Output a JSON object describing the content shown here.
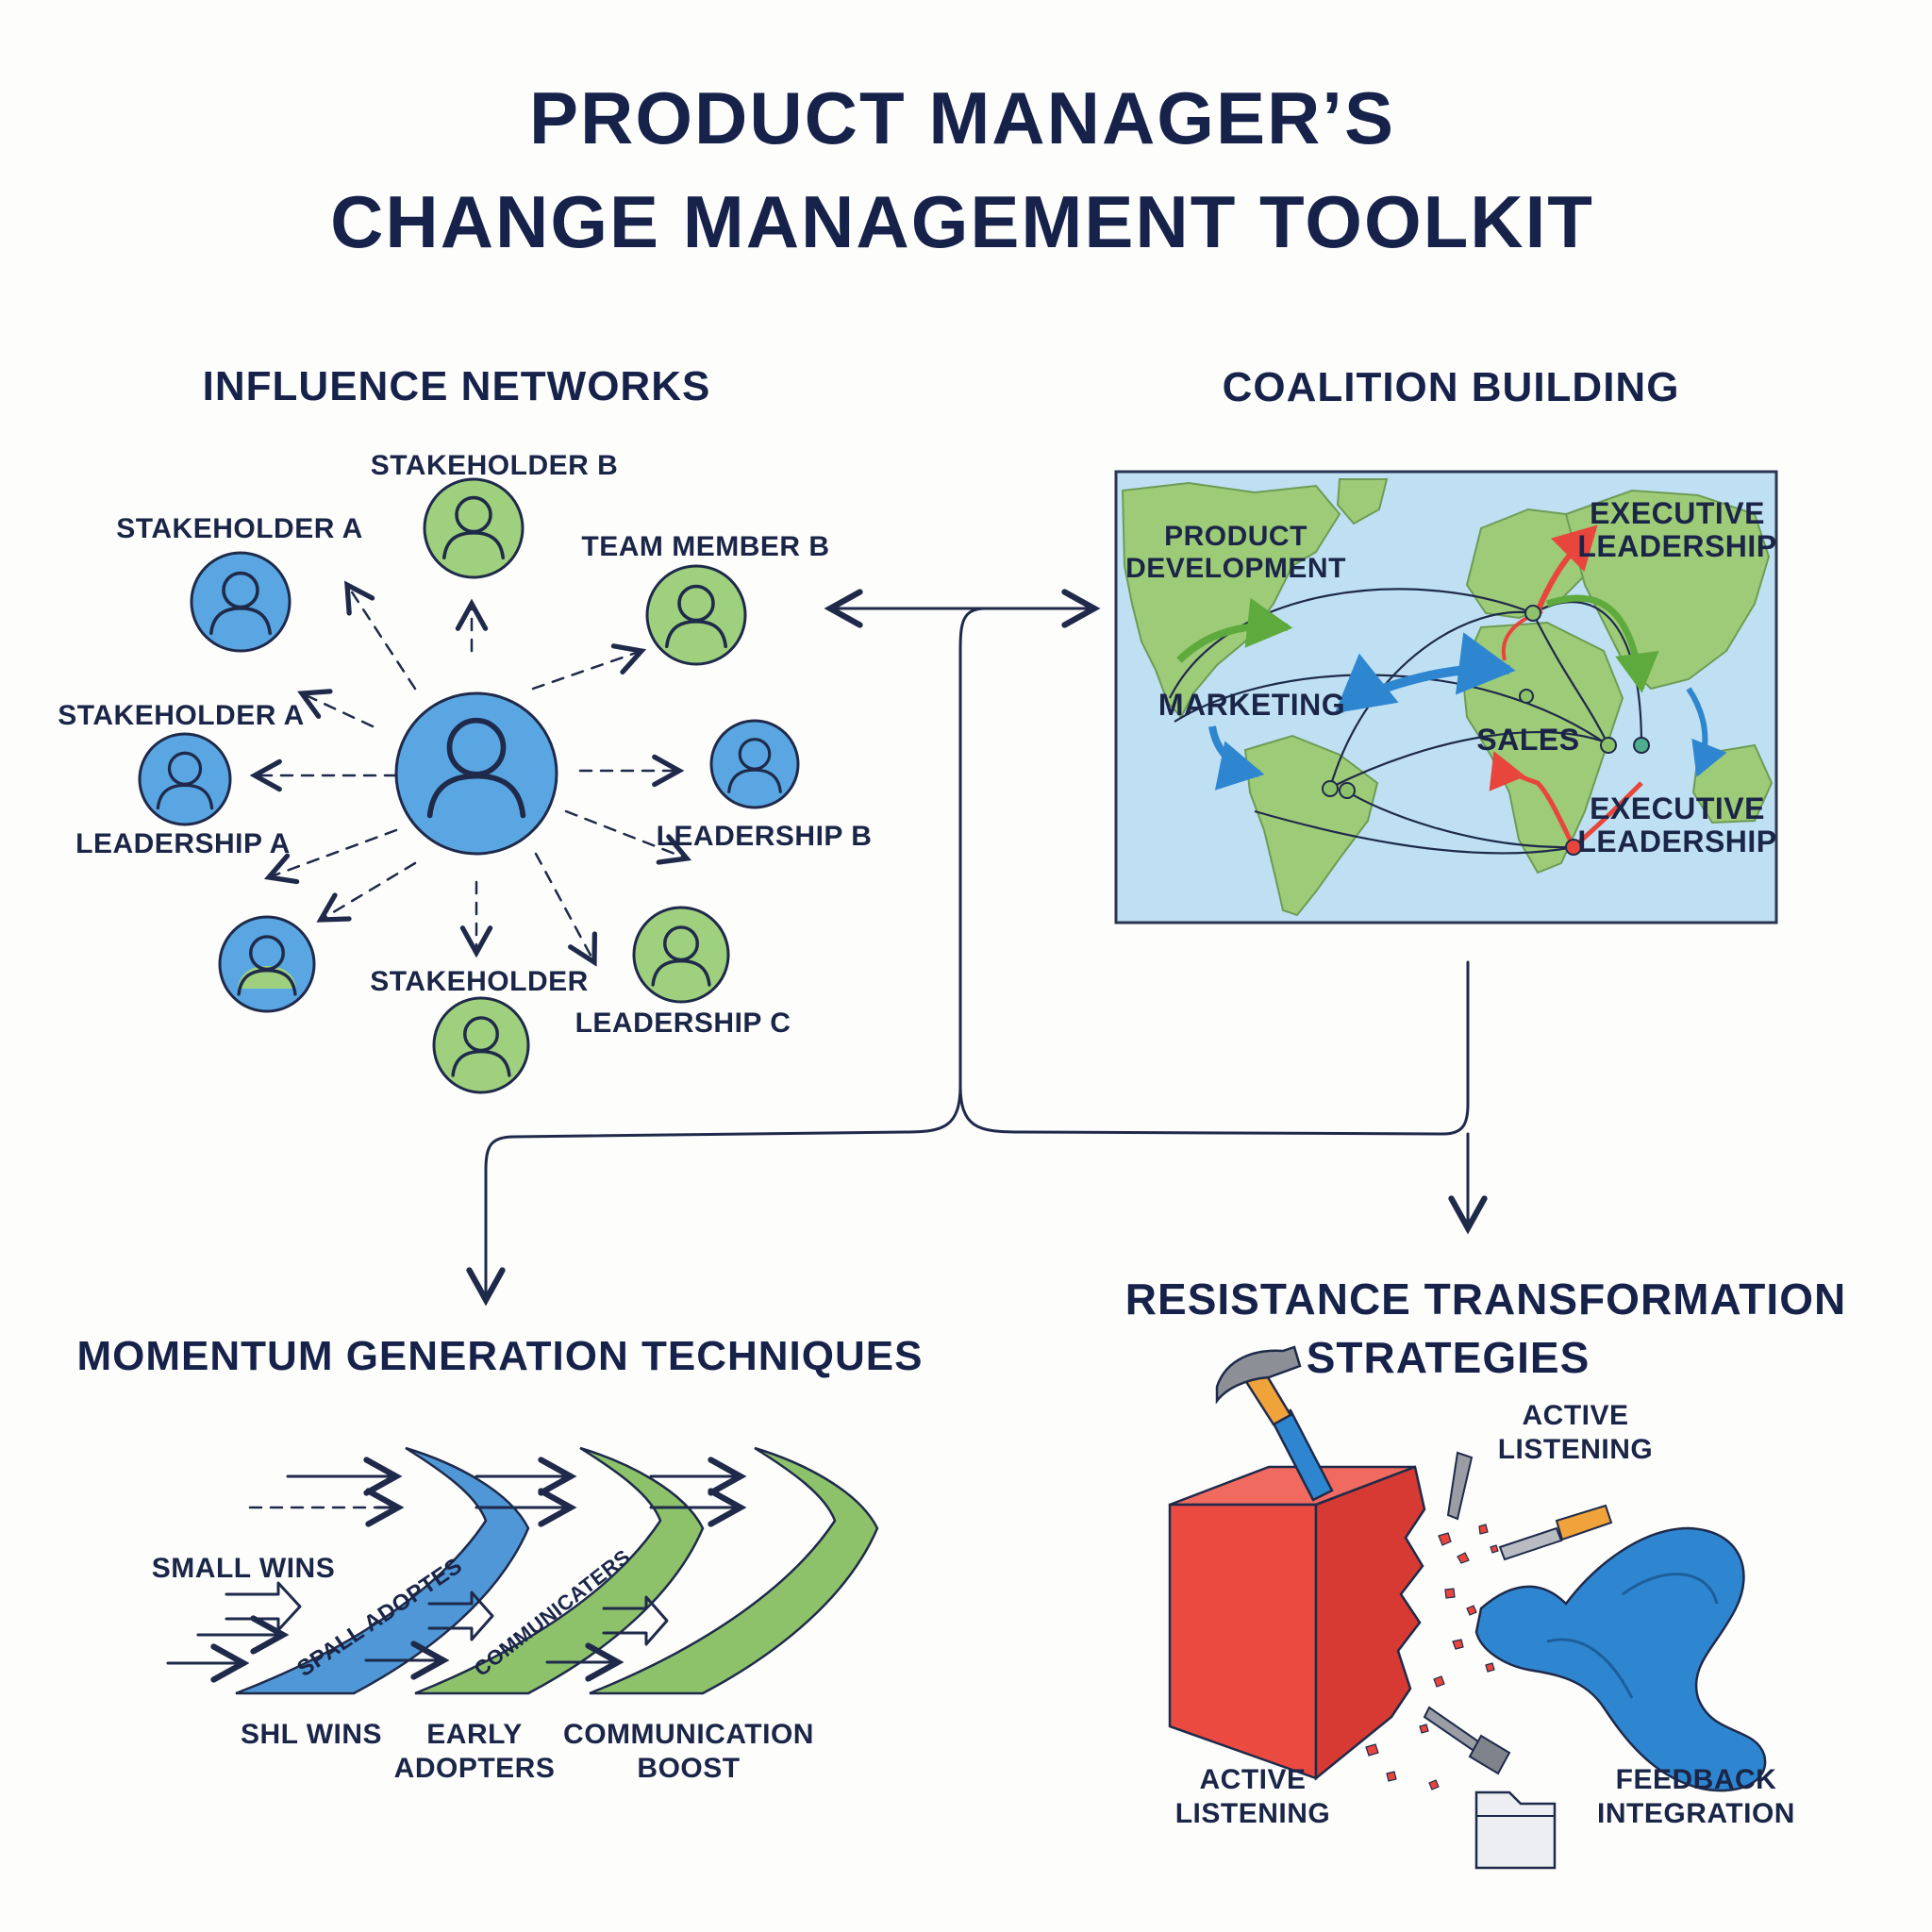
{
  "title": {
    "line1": "PRODUCT MANAGER’S",
    "line2": "CHANGE MANAGEMENT TOOLKIT"
  },
  "influence": {
    "heading": "INFLUENCE NETWORKS",
    "nodes": [
      {
        "label": "STAKEHOLDER B",
        "color": "green"
      },
      {
        "label": "STAKEHOLDER A",
        "color": "blue"
      },
      {
        "label": "TEAM MEMBER B",
        "color": "green"
      },
      {
        "label": "STAKEHOLDER A",
        "color": "blue"
      },
      {
        "label": "LEADERSHIP A",
        "color": "blue"
      },
      {
        "label": "LEADERSHIP B",
        "color": "blue"
      },
      {
        "label": "STAKEHOLDER",
        "color": "green"
      },
      {
        "label": "LEADERSHIP C",
        "color": "green"
      }
    ]
  },
  "coalition": {
    "heading": "COALITION BUILDING",
    "labels": {
      "product_line1": "PRODUCT",
      "product_line2": "DEVELOPMENT",
      "exec_top_line1": "EXECUTIVE",
      "exec_top_line2": "LEADERSHIP",
      "marketing": "MARKETING",
      "sales": "SALES",
      "exec_bottom_line1": "EXECUTIVE",
      "exec_bottom_line2": "LEADERSHIP"
    }
  },
  "momentum": {
    "heading": "MOMENTUM GENERATION TECHNIQUES",
    "side_label": "SMALL WINS",
    "chevron_texts": [
      "SPALL ADOPTES",
      "COMMUNICATERS"
    ],
    "captions": [
      {
        "line1": "SHL WINS",
        "line2": ""
      },
      {
        "line1": "EARLY",
        "line2": "ADOPTERS"
      },
      {
        "line1": "COMMUNICATION",
        "line2": "BOOST"
      }
    ]
  },
  "resistance": {
    "heading_line1": "RESISTANCE TRANSFORMATION",
    "heading_line2": "STRATEGIES",
    "labels": {
      "active_top_line1": "ACTIVE",
      "active_top_line2": "LISTENING",
      "active_bottom_line1": "ACTIVE",
      "active_bottom_line2": "LISTENING",
      "feedback_line1": "FEEDBACK",
      "feedback_line2": "INTEGRATION"
    }
  },
  "colors": {
    "ink": "#1f2a4a",
    "blue": "#4f97d6",
    "green": "#8dc26b",
    "red": "#e8453c",
    "ocean": "#bfe0f2"
  }
}
